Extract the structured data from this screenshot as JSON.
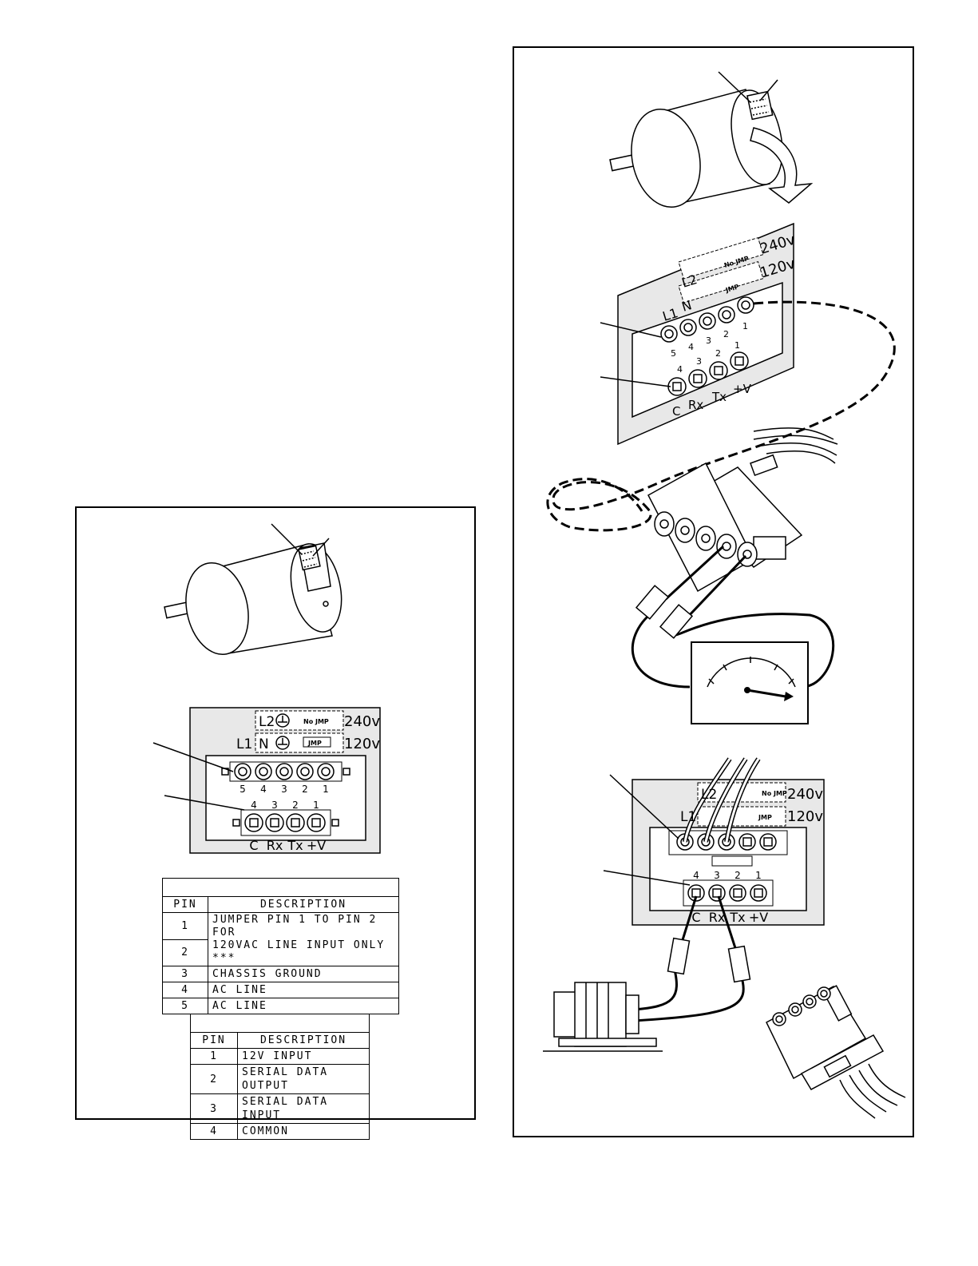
{
  "board_labels": {
    "l2": "L2",
    "l1": "L1",
    "n": "N",
    "no_jmp": "No JMP",
    "jmp": "JMP",
    "v240": "240v",
    "v120": "120v",
    "power_pins": [
      "5",
      "4",
      "3",
      "2",
      "1"
    ],
    "control_pins": [
      "4",
      "3",
      "2",
      "1"
    ],
    "control_names": [
      "C",
      "Rx",
      "Tx",
      "+V"
    ]
  },
  "power_table": {
    "title": "",
    "headers": [
      "PIN",
      "DESCRIPTION"
    ],
    "merged_pins": [
      "1",
      "2"
    ],
    "merged_description_line1": "JUMPER PIN 1 TO PIN 2 FOR",
    "merged_description_line2": "120VAC LINE INPUT ONLY ***",
    "rows": [
      {
        "pin": "3",
        "description": "CHASSIS GROUND"
      },
      {
        "pin": "4",
        "description": "AC LINE"
      },
      {
        "pin": "5",
        "description": "AC LINE"
      }
    ]
  },
  "control_table": {
    "title": "",
    "headers": [
      "PIN",
      "DESCRIPTION"
    ],
    "rows": [
      {
        "pin": "1",
        "description": "12V INPUT"
      },
      {
        "pin": "2",
        "description": "SERIAL DATA OUTPUT"
      },
      {
        "pin": "3",
        "description": "SERIAL DATA INPUT"
      },
      {
        "pin": "4",
        "description": "COMMON"
      }
    ]
  }
}
